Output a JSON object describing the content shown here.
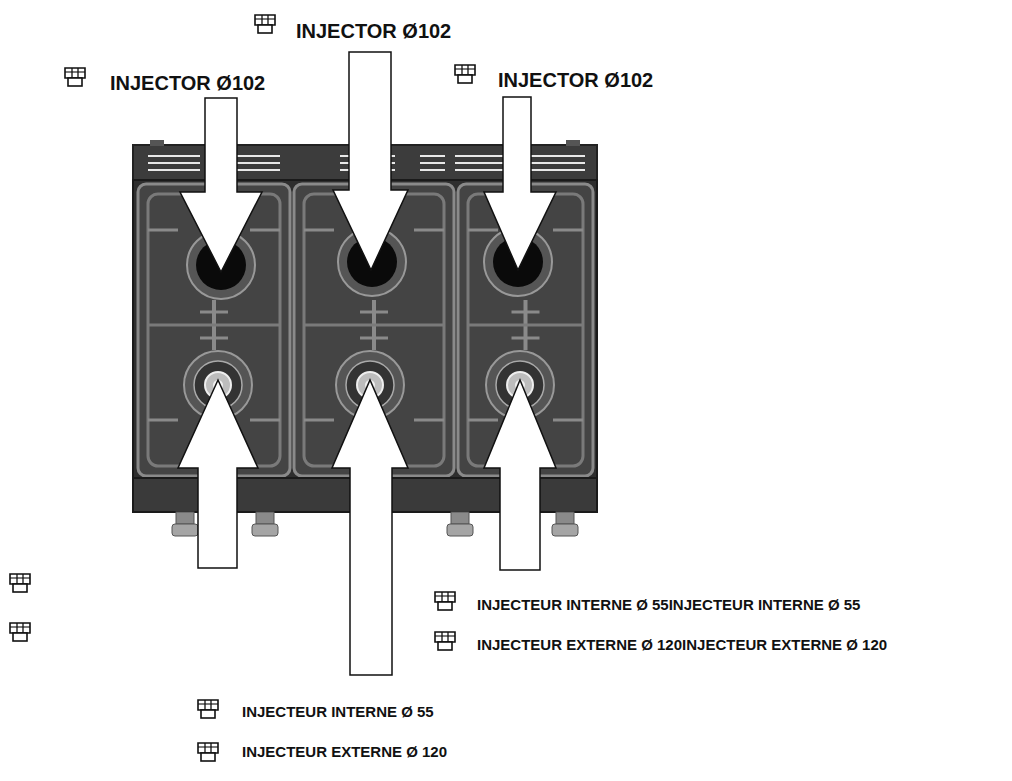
{
  "diagram": {
    "labels": [
      "INJECTOR Ø102",
      "INJECTOR Ø102",
      "INJECTOR Ø102",
      "INJECTEUR INTERNE Ø 55INJECTEUR INTERNE Ø 55",
      "INJECTEUR EXTERNE Ø 120INJECTEUR EXTERNE Ø 120",
      "INJECTEUR INTERNE Ø 55",
      "INJECTEUR EXTERNE Ø 120"
    ]
  }
}
